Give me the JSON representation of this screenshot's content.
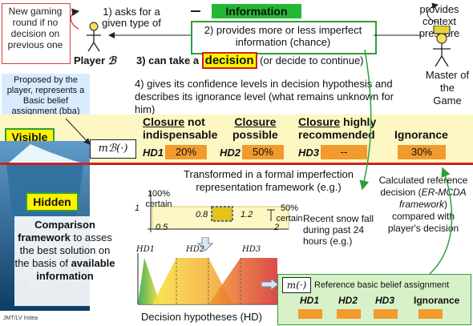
{
  "header": {
    "information_label": "Information",
    "step1": "1) asks for a given type of",
    "step2": "2) provides more or less imperfect information (chance)",
    "step3_prefix": "3) can take a",
    "step3_keyword": "decision",
    "step3_suffix": "(or decide to continue)",
    "step4": "4) gives its confidence levels in decision hypothesis and describes its ignorance level (what remains unknown for him)"
  },
  "left_note": "New gaming round if no decision on previous one",
  "player_label": "Player",
  "player_symbol": "ℬ",
  "master_note": "provides context pressure",
  "master_label": "Master of the Game",
  "proposed_note": "Proposed by the player, represents a Basic belief assignment (bba)",
  "visible_label": "Visible",
  "hidden_label": "Hidden",
  "bba_symbol": "mℬ(·)",
  "closure_word": "Closure",
  "columns": [
    {
      "title_suffix": " not",
      "line2": "indispensable",
      "hd": "HD1",
      "value": "20%"
    },
    {
      "title_suffix": "",
      "line2": "possible",
      "hd": "HD2",
      "value": "50%"
    },
    {
      "title_suffix": " highly",
      "line2": "recommended",
      "hd": "HD3",
      "value": "--"
    }
  ],
  "ignorance": {
    "label": "Ignorance",
    "value": "30%"
  },
  "transformed_note": "Transformed in a formal imperfection representation framework (e.g.)",
  "certainty": {
    "y_top": "1",
    "y_top_label": "100% certain",
    "inner_left": "0.8",
    "inner_right": "1.2",
    "right_label": "50% certain",
    "x_left": "0.5",
    "x_right": "2",
    "x_caption": "Recent snow fall during past 24 hours (e.g.)"
  },
  "comparison_note": {
    "part1": "Comparison framework",
    "part2": " to asses the best solution on the basis of ",
    "part3": "available information"
  },
  "calculated_note": {
    "line1": "Calculated reference decision (",
    "italic": "ER-MCDA framework",
    "line2": ") compared with player's decision"
  },
  "membership": {
    "labels": [
      "HD1",
      "HD2",
      "HD3"
    ],
    "caption": "Decision hypotheses (HD)"
  },
  "reference": {
    "symbol": "m(·)",
    "title": "Reference basic belief assignment",
    "columns": [
      "HD1",
      "HD2",
      "HD3",
      "Ignorance"
    ]
  },
  "footer": "JMT/LV Irstea",
  "colors": {
    "green": "#2e9e3a",
    "orange": "#f29a2e",
    "yellow_band": "#fdf7c3",
    "red_line": "#cc2222",
    "info_green": "#22b833"
  }
}
